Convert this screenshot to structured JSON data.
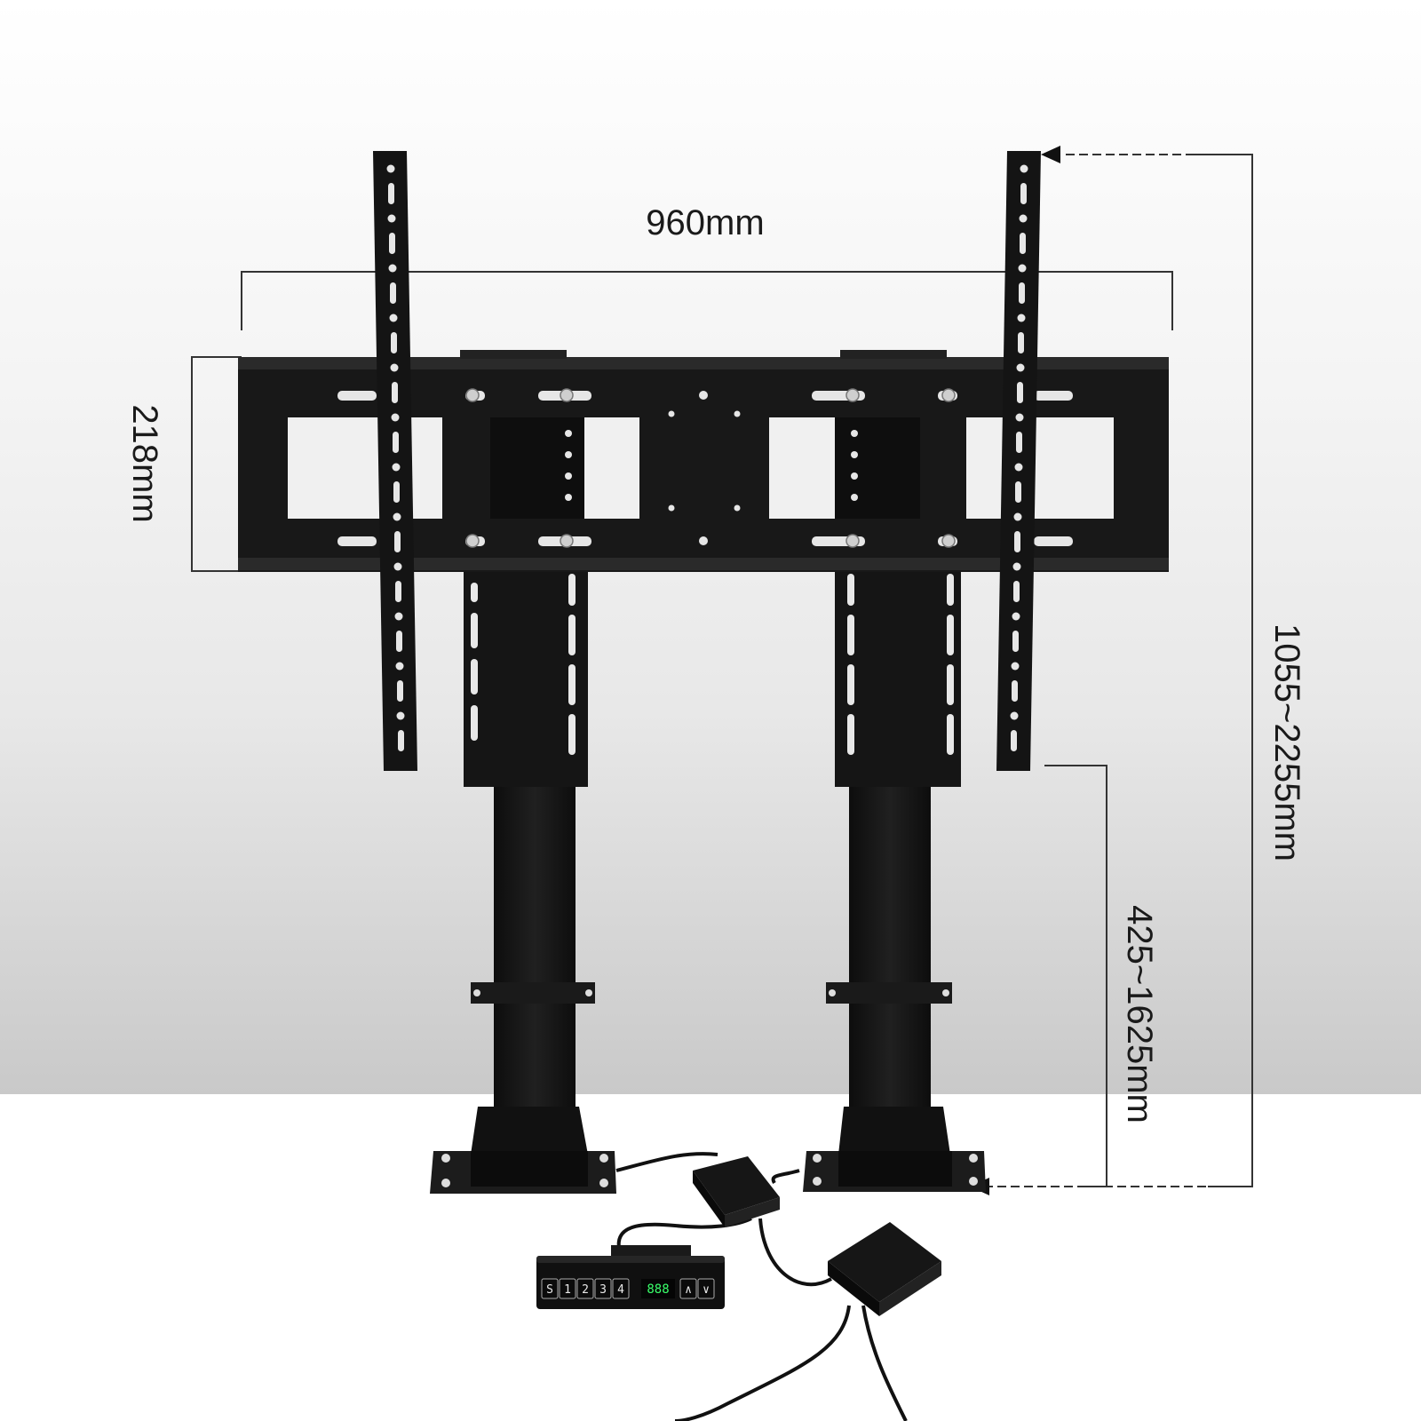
{
  "dimensions": {
    "width_label": "960mm",
    "bracket_height_label": "218mm",
    "total_height_label": "1055~2255mm",
    "column_height_label": "425~1625mm"
  },
  "control_panel": {
    "buttons": [
      "S",
      "1",
      "2",
      "3",
      "4"
    ],
    "display": "888",
    "up_symbol": "∧",
    "down_symbol": "∨"
  },
  "colors": {
    "metal": "#151515",
    "dimension_line": "#333333",
    "display": "#39ff6a"
  }
}
